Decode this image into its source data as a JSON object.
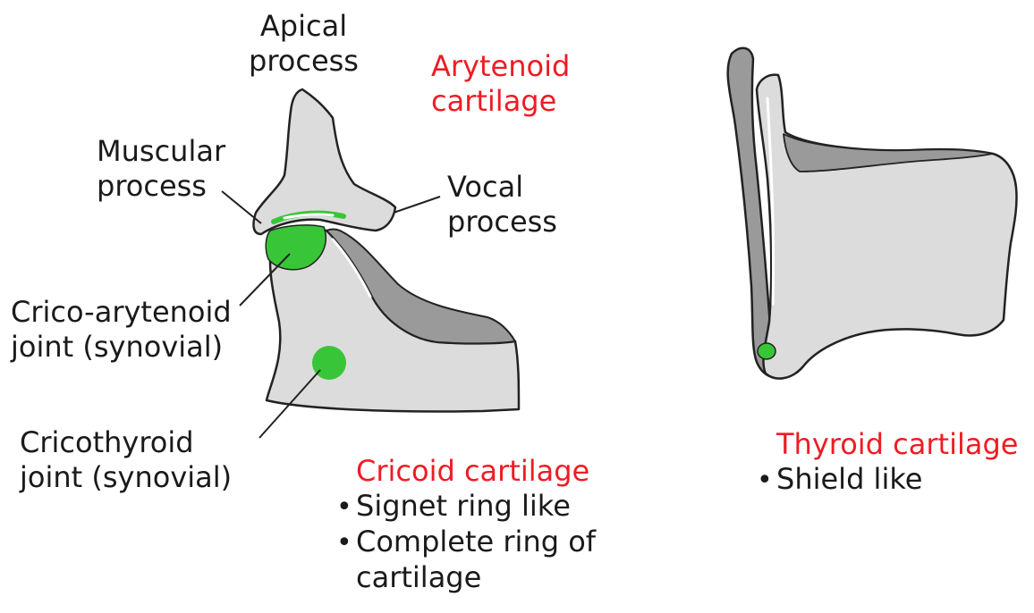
{
  "colors": {
    "accent_label": "#ee1c24",
    "cartilage_fill": "#dcdcdc",
    "cartilage_shadow": "#9a9a9a",
    "joint_green": "#39c538",
    "outline": "#222222"
  },
  "labels": {
    "apical_process": [
      "Apical",
      "process"
    ],
    "arytenoid_cartilage": [
      "Arytenoid",
      "cartilage"
    ],
    "muscular_process": [
      "Muscular",
      "process"
    ],
    "vocal_process": [
      "Vocal",
      "process"
    ],
    "crico_arytenoid_joint": [
      "Crico-arytenoid",
      "joint (synovial)"
    ],
    "cricothyroid_joint": [
      "Cricothyroid",
      "joint (synovial)"
    ]
  },
  "cricoid": {
    "title": "Cricoid cartilage",
    "bullets": [
      [
        "Signet ring like"
      ],
      [
        "Complete ring of",
        "cartilage"
      ]
    ]
  },
  "thyroid": {
    "title": "Thyroid cartilage",
    "bullets": [
      [
        "Shield like"
      ]
    ]
  }
}
